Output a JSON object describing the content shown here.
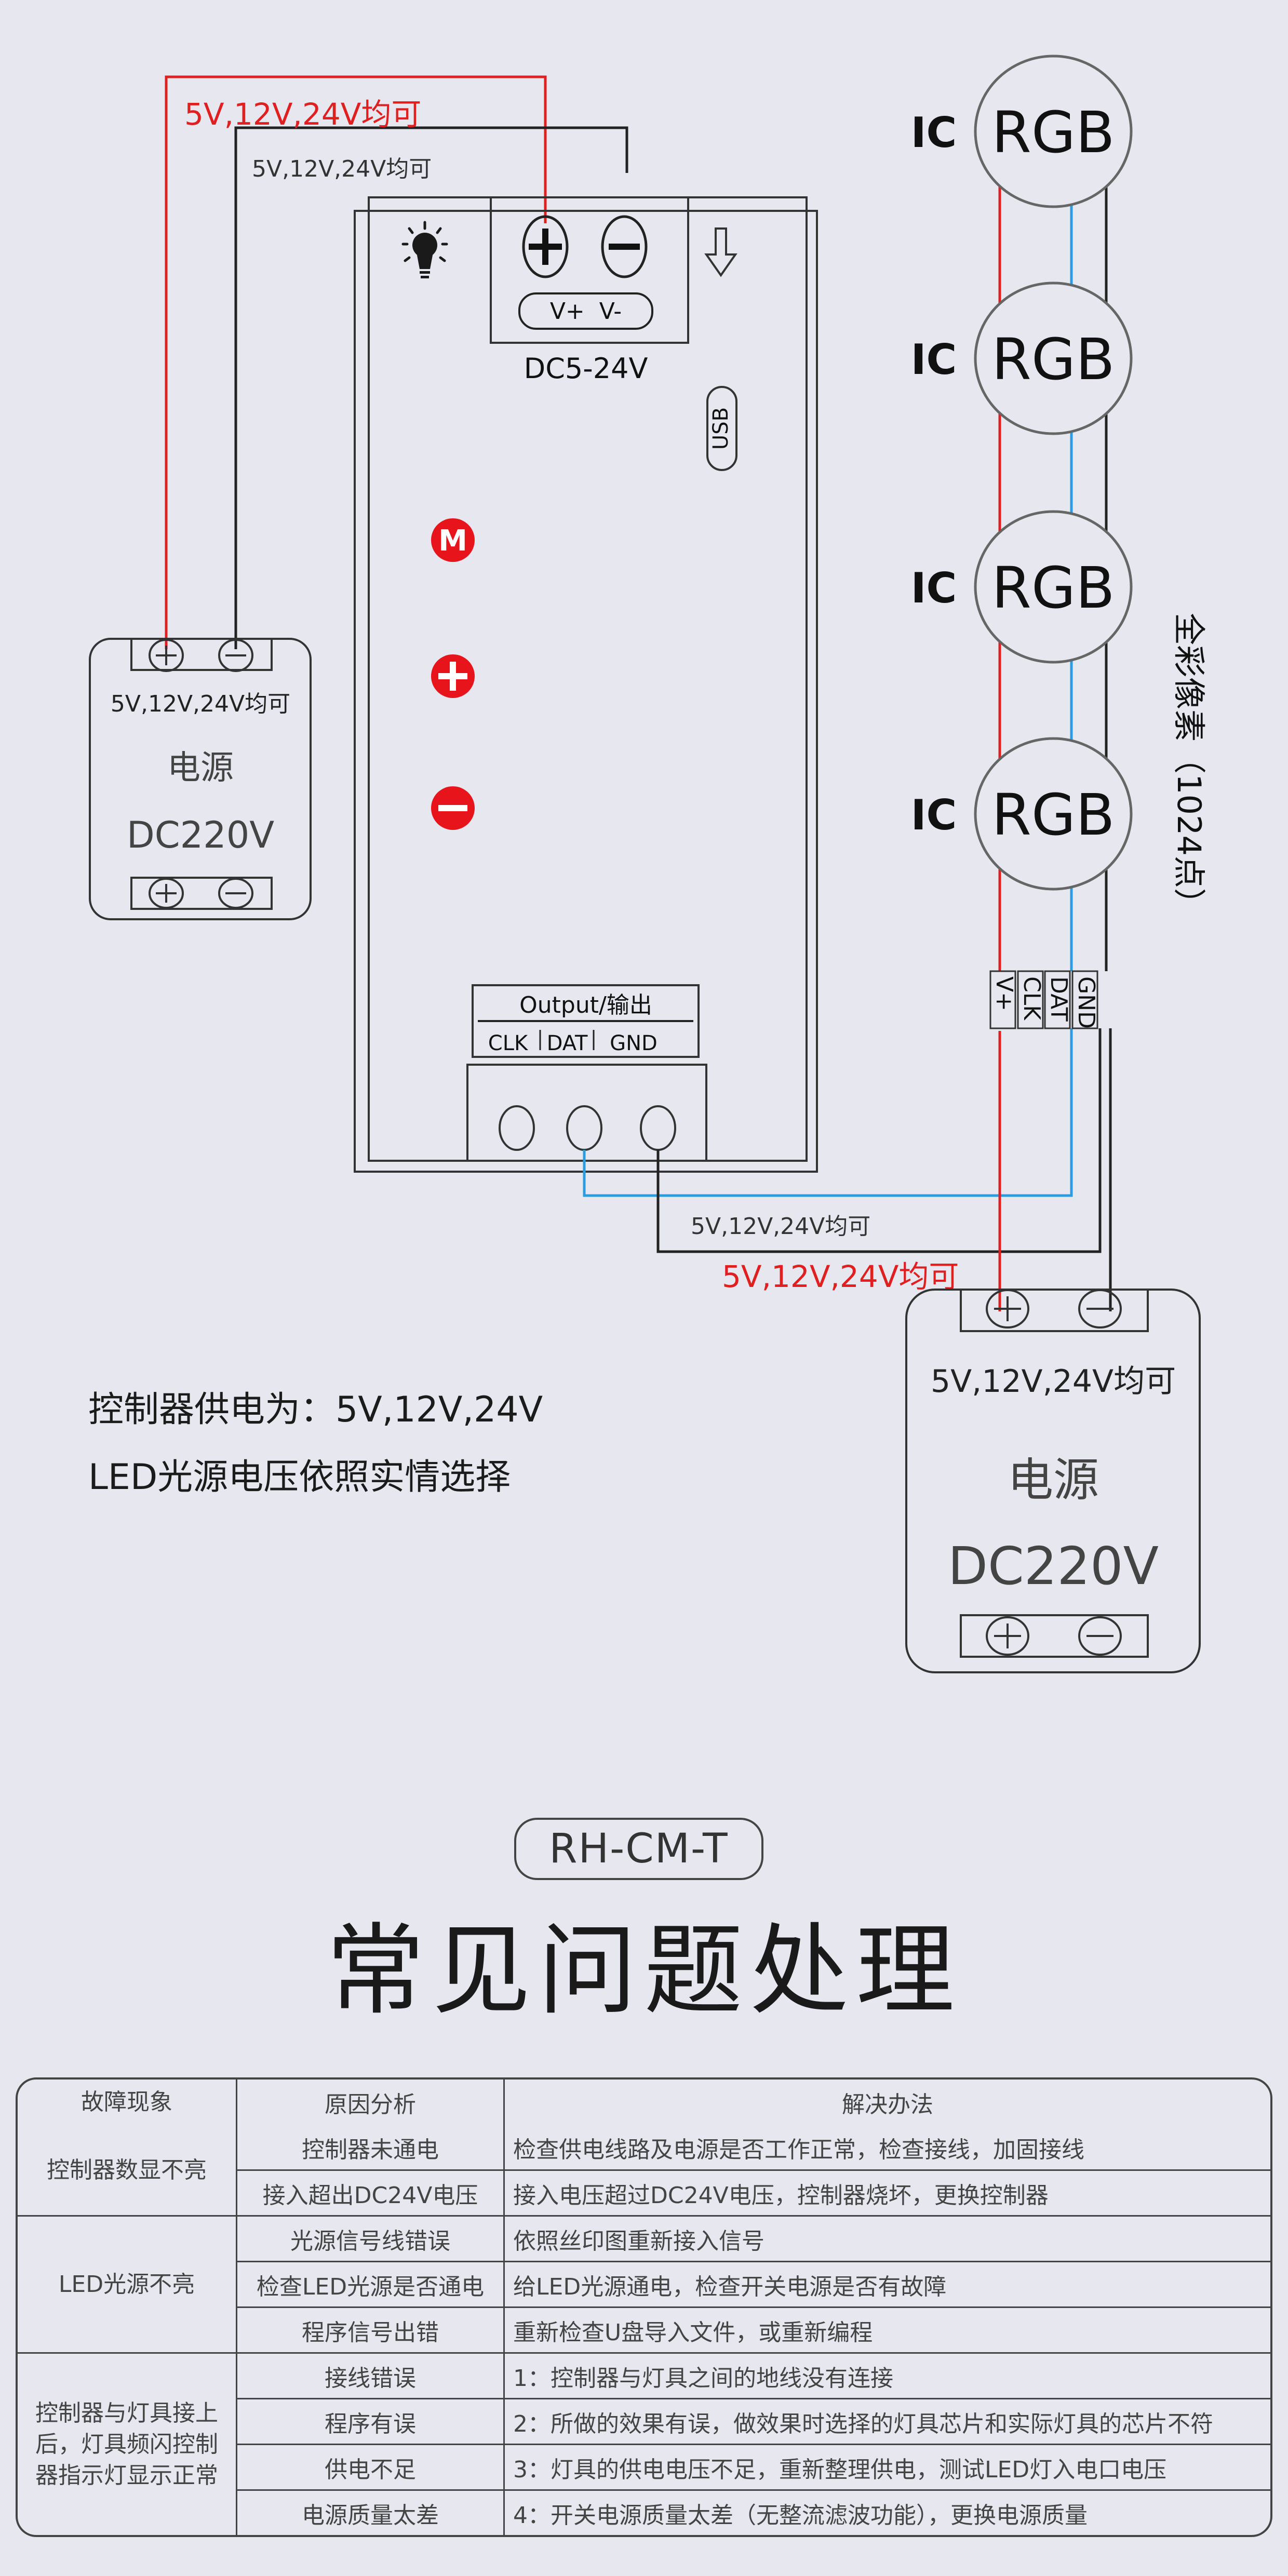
{
  "diagram": {
    "wire_voltage_label": "5V,12V,24V均可",
    "colors": {
      "positive_wire": "#e02020",
      "ground_wire": "#222222",
      "data_wire": "#2a9de0",
      "button_red": "#e8141b",
      "background": "#e6e7ef"
    },
    "controller": {
      "power_terminal": {
        "plus_icon": "plus-circle",
        "minus_icon": "minus-circle"
      },
      "power_indicator_icon": "light-bulb",
      "input_arrow_icon": "arrow-down",
      "terminal_labels": "V+  V-",
      "input_voltage": "DC5-24V",
      "usb_label": "USB",
      "buttons": [
        {
          "label": "M",
          "name": "mode"
        },
        {
          "label": "+",
          "name": "plus"
        },
        {
          "label": "−",
          "name": "minus"
        }
      ],
      "output_title": "Output/输出",
      "output_pins": [
        "CLK",
        "DAT",
        "GND"
      ]
    },
    "power_supply_left": {
      "voltage_label": "5V,12V,24V均可",
      "name": "电源",
      "rating": "DC220V"
    },
    "power_supply_right": {
      "voltage_label": "5V,12V,24V均可",
      "name": "电源",
      "rating": "DC220V"
    },
    "pixels": [
      {
        "ic": "IC",
        "label": "RGB"
      },
      {
        "ic": "IC",
        "label": "RGB"
      },
      {
        "ic": "IC",
        "label": "RGB"
      },
      {
        "ic": "IC",
        "label": "RGB"
      }
    ],
    "strip_pins": [
      "V+",
      "CLK",
      "DAT",
      "GND"
    ],
    "pixel_caption": "全彩像素（1024点）"
  },
  "notes": [
    "控制器供电为：5V,12V,24V",
    "LED光源电压依照实情选择"
  ],
  "model": "RH-CM-T",
  "section_title": "常见问题处理",
  "fault_table": {
    "headers": [
      "故障现象",
      "原因分析",
      "解决办法"
    ],
    "groups": [
      {
        "symptom": "控制器数显不亮",
        "rows": [
          {
            "cause": "控制器未通电",
            "fix": "检查供电线路及电源是否工作正常，检查接线，加固接线"
          },
          {
            "cause": "接入超出DC24V电压",
            "fix": "接入电压超过DC24V电压，控制器烧坏，更换控制器"
          }
        ]
      },
      {
        "symptom": "LED光源不亮",
        "rows": [
          {
            "cause": "光源信号线错误",
            "fix": "依照丝印图重新接入信号"
          },
          {
            "cause": "检查LED光源是否通电",
            "fix": "给LED光源通电，检查开关电源是否有故障"
          },
          {
            "cause": "程序信号出错",
            "fix": "重新检查U盘导入文件，或重新编程"
          }
        ]
      },
      {
        "symptom": "控制器与灯具接上后，灯具频闪控制器指示灯显示正常",
        "rows": [
          {
            "cause": "接线错误",
            "fix": "1：控制器与灯具之间的地线没有连接"
          },
          {
            "cause": "程序有误",
            "fix": "2：所做的效果有误，做效果时选择的灯具芯片和实际灯具的芯片不符"
          },
          {
            "cause": "供电不足",
            "fix": "3：灯具的供电电压不足，重新整理供电，测试LED灯入电口电压"
          },
          {
            "cause": "电源质量太差",
            "fix": "4：开关电源质量太差（无整流滤波功能），更换电源质量"
          }
        ]
      }
    ]
  }
}
